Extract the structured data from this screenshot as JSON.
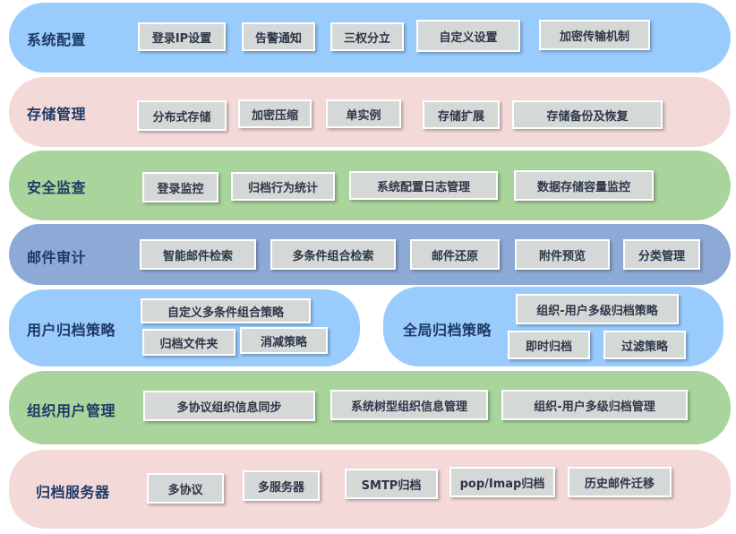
{
  "colors": {
    "blue_band": "#99ccfd",
    "pink_band": "#f4d9d9",
    "green_band": "#a9d49c",
    "steel_band": "#8daad6",
    "chip_fill": "#d4d8d6",
    "title_text": "#1f3a66"
  },
  "rows": {
    "system_config": {
      "title": "系统配置",
      "items": [
        "登录IP设置",
        "告警通知",
        "三权分立",
        "自定义设置",
        "加密传输机制"
      ]
    },
    "storage_mgmt": {
      "title": "存储管理",
      "items": [
        "分布式存储",
        "加密压缩",
        "单实例",
        "存储扩展",
        "存储备份及恢复"
      ]
    },
    "security_monitor": {
      "title": "安全监查",
      "items": [
        "登录监控",
        "归档行为统计",
        "系统配置日志管理",
        "数据存储容量监控"
      ]
    },
    "mail_audit": {
      "title": "邮件审计",
      "items": [
        "智能邮件检索",
        "多条件组合检索",
        "邮件还原",
        "附件预览",
        "分类管理"
      ]
    },
    "user_archive_policy": {
      "title": "用户归档策略",
      "items": [
        "自定义多条件组合策略",
        "归档文件夹",
        "消减策略"
      ]
    },
    "global_archive_policy": {
      "title": "全局归档策略",
      "items": [
        "组织-用户多级归档策略",
        "即时归档",
        "过滤策略"
      ]
    },
    "org_user_mgmt": {
      "title": "组织用户管理",
      "items": [
        "多协议组织信息同步",
        "系统树型组织信息管理",
        "组织-用户多级归档管理"
      ]
    },
    "archive_server": {
      "title": "归档服务器",
      "items": [
        "多协议",
        "多服务器",
        "SMTP归档",
        "pop/Imap归档",
        "历史邮件迁移"
      ]
    }
  }
}
